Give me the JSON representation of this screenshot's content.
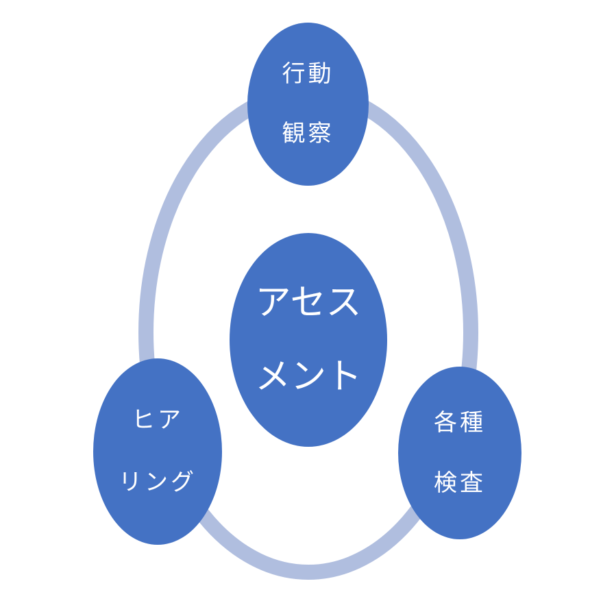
{
  "colors": {
    "node_fill": "#4472c4",
    "ring": "#b0bedf",
    "text": "#ffffff",
    "background": "#ffffff"
  },
  "center": {
    "line1": "アセス",
    "line2": "メント"
  },
  "nodes": {
    "top": {
      "line1": "行動",
      "line2": "観察"
    },
    "left": {
      "line1": "ヒア",
      "line2": "リング"
    },
    "right": {
      "line1": "各種",
      "line2": "検査"
    }
  }
}
